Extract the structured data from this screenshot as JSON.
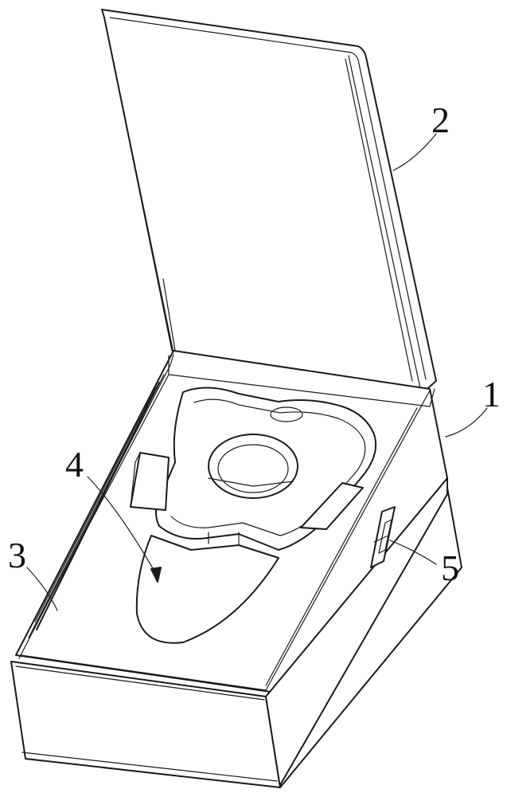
{
  "figure": {
    "labels": [
      {
        "id": "lid",
        "text": "2"
      },
      {
        "id": "box-body",
        "text": "1"
      },
      {
        "id": "inner-cavity",
        "text": "4"
      },
      {
        "id": "interior-floor",
        "text": "3"
      },
      {
        "id": "side-port",
        "text": "5"
      }
    ]
  }
}
